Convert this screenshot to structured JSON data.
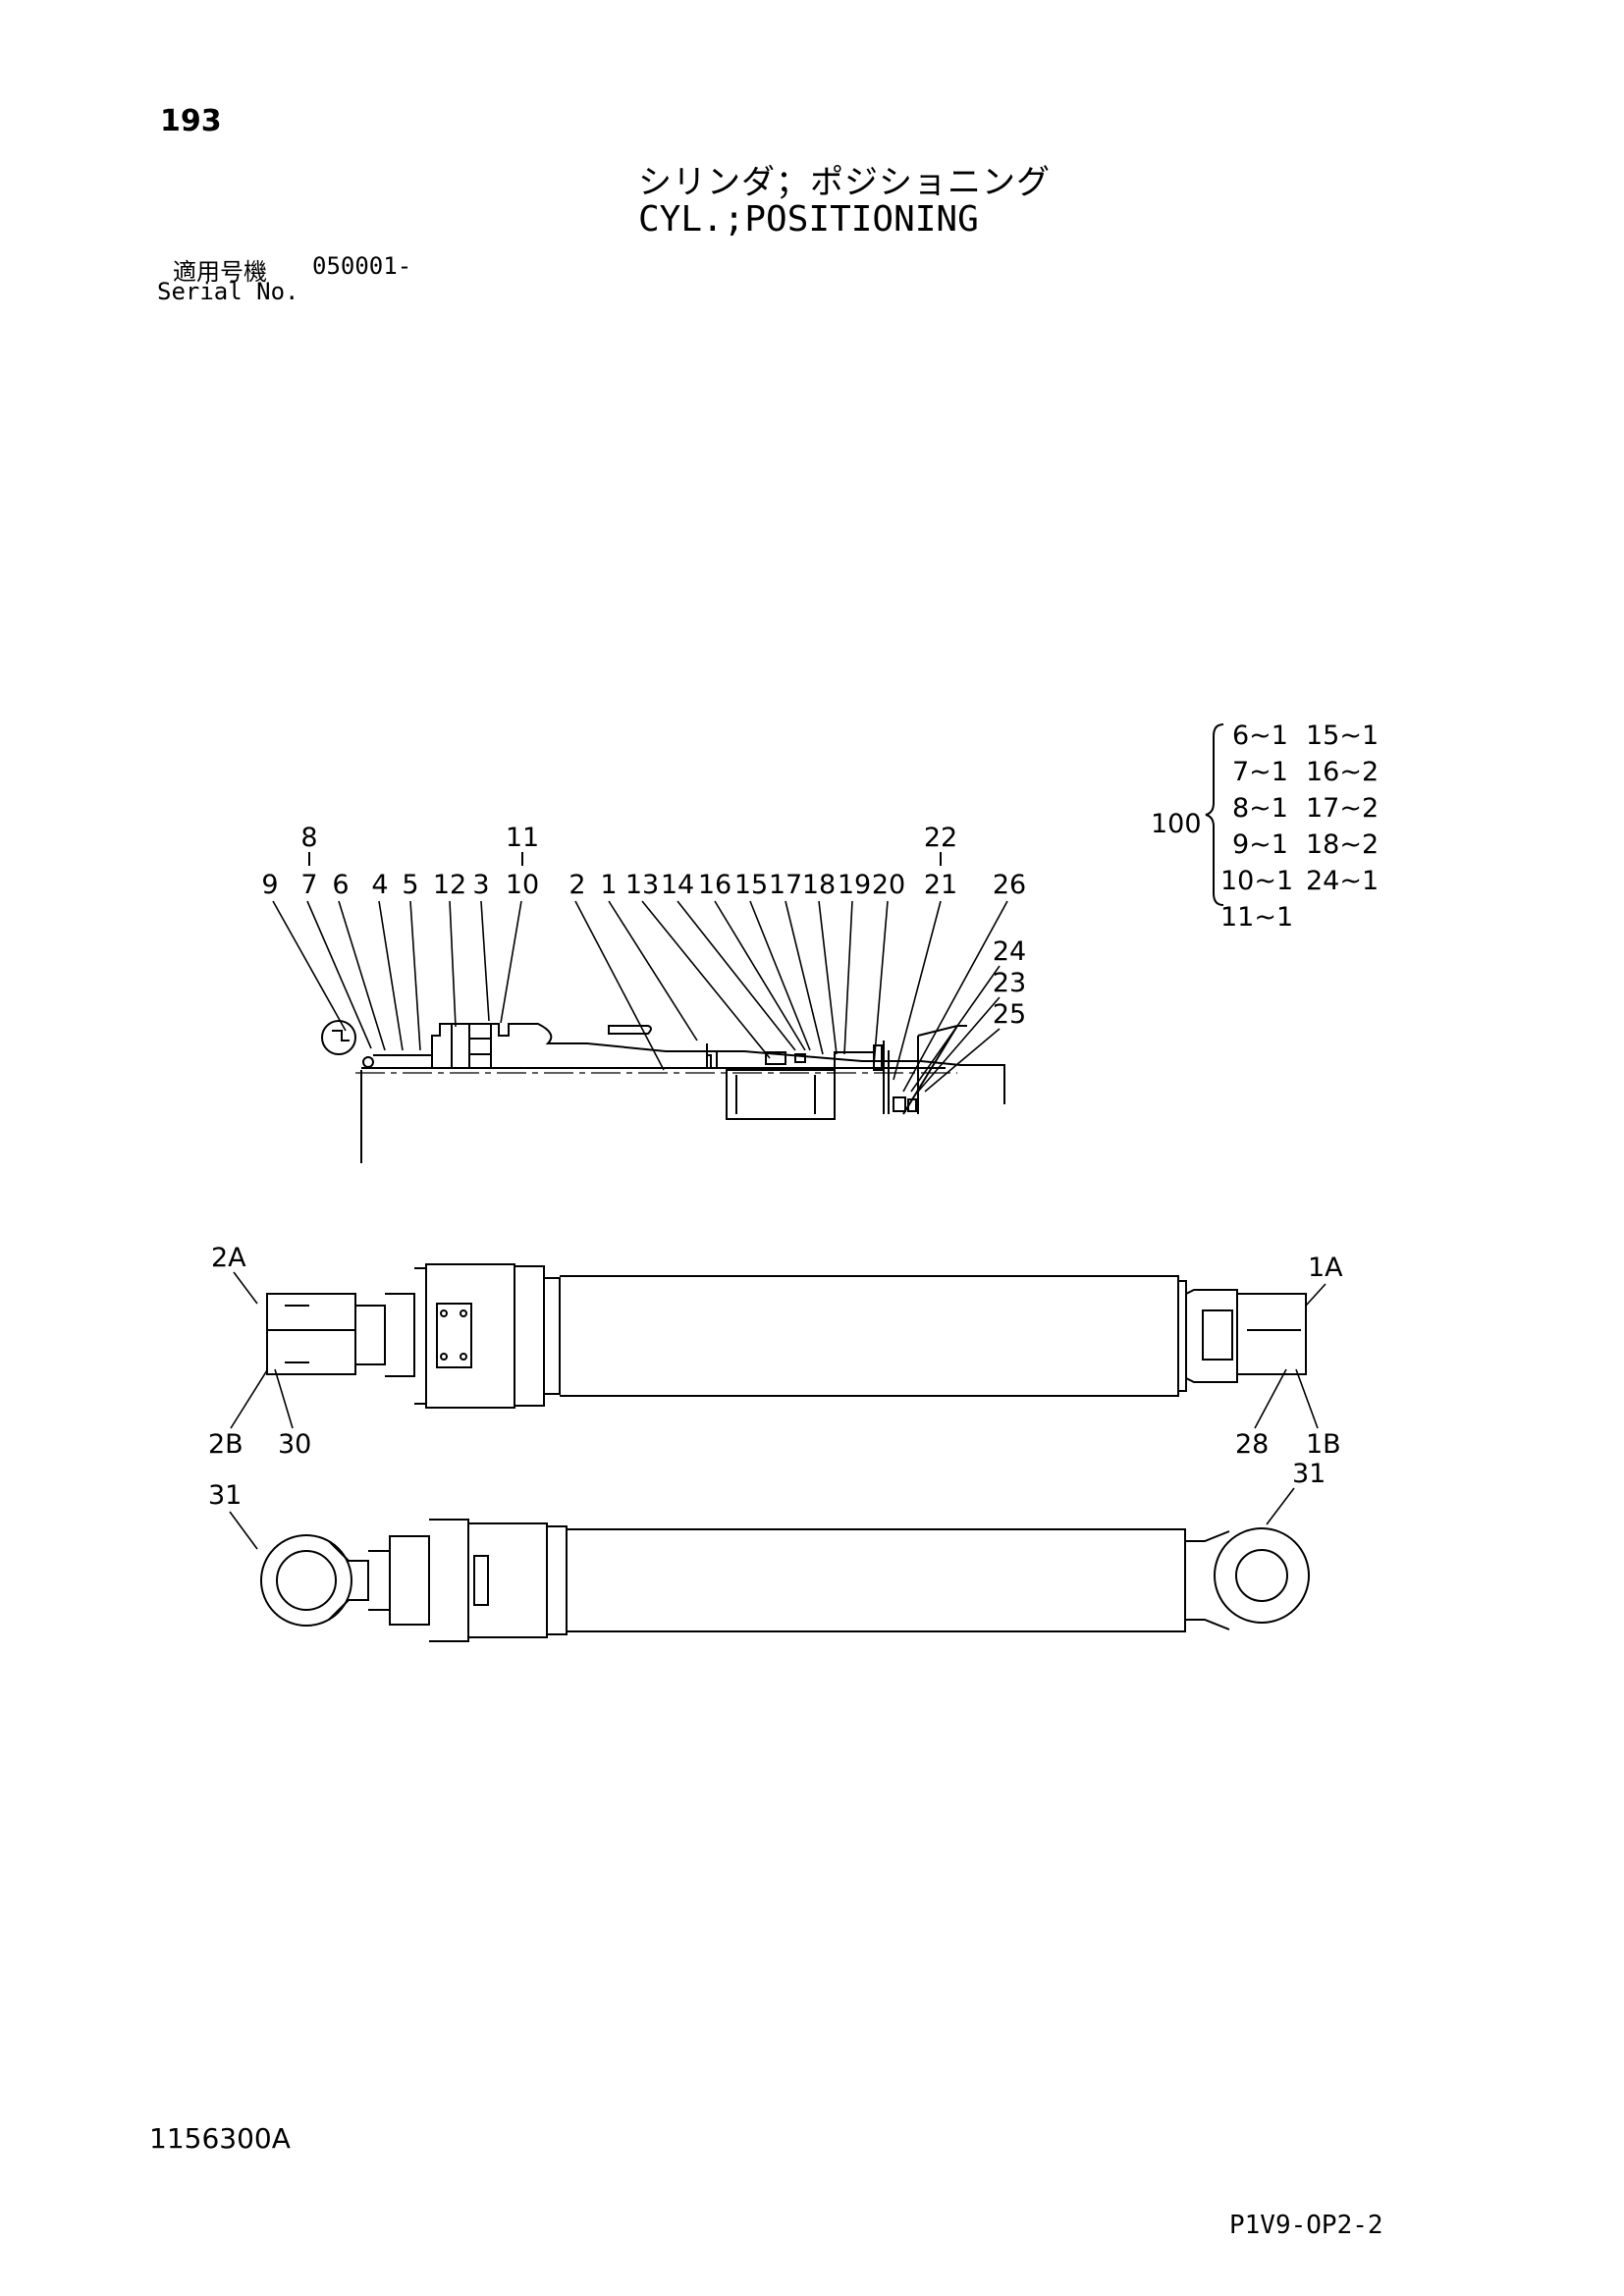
{
  "header": {
    "page_number": "193",
    "title_jp": "シリンダ；ポジショニング",
    "title_en": "CYL.;POSITIONING",
    "serial_label_jp": "適用号機",
    "serial_value": "050001-",
    "serial_label_en": "Serial No."
  },
  "kit": {
    "number": "100",
    "col1": [
      "6~1",
      "7~1",
      "8~1",
      "9~1",
      "10~1",
      "11~1"
    ],
    "col2": [
      "15~1",
      "16~2",
      "17~2",
      "18~2",
      "24~1"
    ]
  },
  "section_callouts": {
    "top_row": [
      "8",
      "11",
      "22"
    ],
    "main_row": [
      "9",
      "7",
      "6",
      "4",
      "5",
      "12",
      "3",
      "10",
      "2",
      "1",
      "13",
      "14",
      "16",
      "15",
      "17",
      "18",
      "19",
      "20",
      "21",
      "26"
    ],
    "right_stack": [
      "24",
      "23",
      "25"
    ]
  },
  "view_callouts": {
    "top_view": [
      "2A",
      "2B",
      "30",
      "1A",
      "28",
      "1B"
    ],
    "side_view": [
      "31",
      "31"
    ]
  },
  "footer": {
    "drawing_number": "1156300A",
    "page_code": "P1V9-OP2-2"
  }
}
